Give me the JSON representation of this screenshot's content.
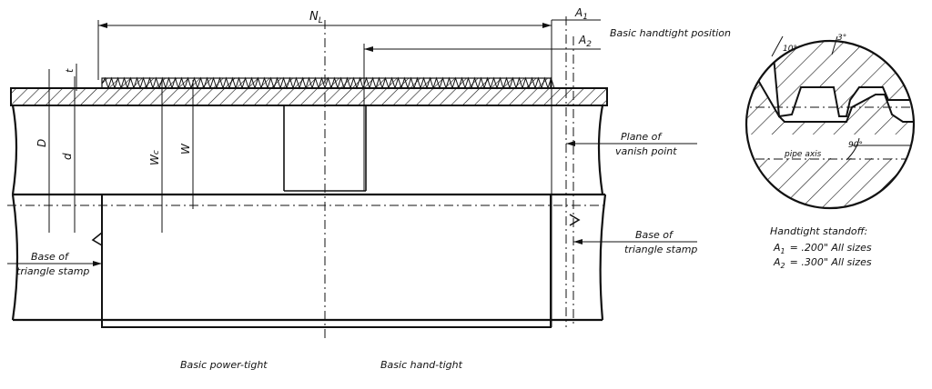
{
  "labels": {
    "nl": "N",
    "nl_sub": "L",
    "a1": "A",
    "a1_sub": "1",
    "a2": "A",
    "a2_sub": "2",
    "t": "t",
    "D": "D",
    "d": "d",
    "Wc": "W",
    "Wc_sub": "c",
    "W": "W",
    "basic_handtight_position": "Basic handtight position",
    "plane_of_vanish_1": "Plane of",
    "plane_of_vanish_2": "vanish point",
    "base_triangle_left_1": "Base of",
    "base_triangle_left_2": "triangle stamp",
    "base_triangle_right_1": "Base of",
    "base_triangle_right_2": "triangle stamp",
    "basic_power_tight": "Basic power-tight",
    "basic_hand_tight": "Basic hand-tight"
  },
  "detail": {
    "angle_left": "10°",
    "angle_right": "3°",
    "angle_bottom": "90°",
    "pipe_axis": "pipe axis"
  },
  "standoff": {
    "title": "Handtight standoff:",
    "a1_label": "A",
    "a1_sub": "1",
    "a1_value": "= .200\" All sizes",
    "a2_label": "A",
    "a2_sub": "2",
    "a2_value": "= .300\" All sizes"
  }
}
